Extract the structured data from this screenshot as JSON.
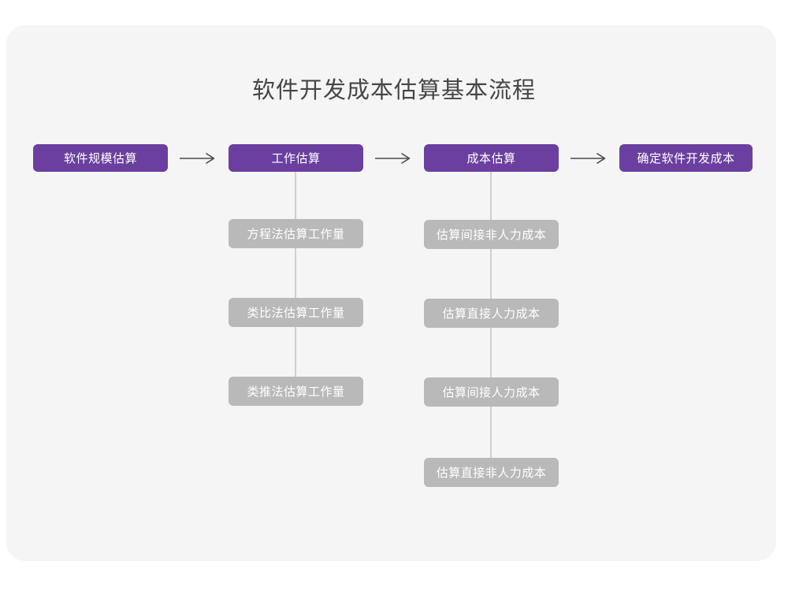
{
  "page": {
    "background_color": "#ffffff",
    "card_color": "#f5f5f5",
    "accent_color": "#6b3fa0",
    "sub_color": "#b9b9b9",
    "connector_color": "#cfcfcf",
    "title": "软件开发成本估算基本流程"
  },
  "diagram": {
    "type": "flowchart",
    "orientation": "left-to-right main flow with vertical sub-steps",
    "arrow_glyph": "long-right-arrow",
    "stages": [
      {
        "id": "stage-1",
        "label": "软件规模估算",
        "substeps": []
      },
      {
        "id": "stage-2",
        "label": "工作估算",
        "substeps": [
          "方程法估算工作量",
          "类比法估算工作量",
          "类推法估算工作量"
        ]
      },
      {
        "id": "stage-3",
        "label": "成本估算",
        "substeps": [
          "估算间接非人力成本",
          "估算直接人力成本",
          "估算间接人力成本",
          "估算直接非人力成本"
        ]
      },
      {
        "id": "stage-4",
        "label": "确定软件开发成本",
        "substeps": []
      }
    ]
  }
}
